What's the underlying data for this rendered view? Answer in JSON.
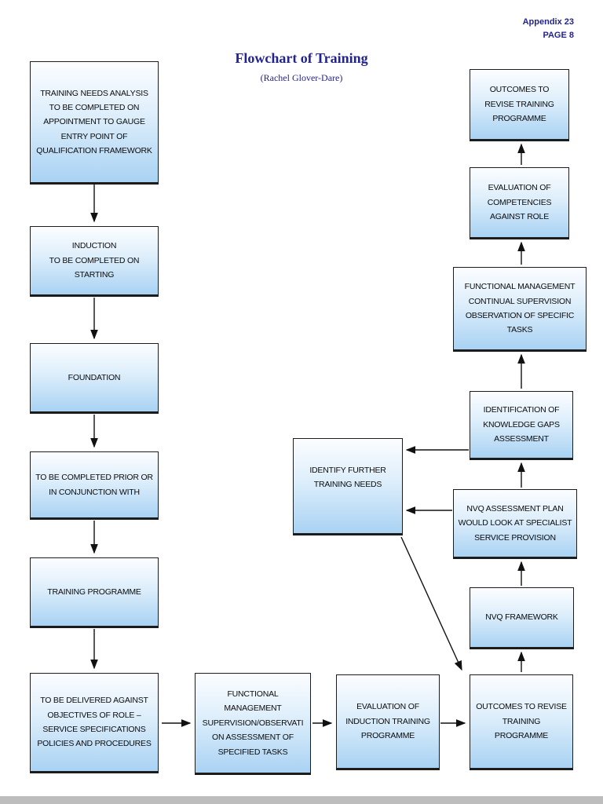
{
  "page": {
    "appendix": "Appendix 23",
    "page_label": "PAGE 8",
    "title": "Flowchart of Training",
    "subtitle": "(Rachel Glover-Dare)"
  },
  "colors": {
    "heading_navy": "#23238f",
    "box_gradient_top": "#fcfdff",
    "box_gradient_bottom": "#a9d2f3",
    "box_border": "#1c1c1c",
    "arrow": "#111111"
  },
  "nodes": {
    "tna": {
      "lines": [
        "TRAINING NEEDS ANALYSIS",
        "TO BE COMPLETED ON",
        "APPOINTMENT TO GAUGE",
        "ENTRY POINT OF",
        "QUALIFICATION FRAMEWORK"
      ]
    },
    "induction": {
      "lines": [
        "INDUCTION",
        "TO BE COMPLETED ON",
        "STARTING"
      ]
    },
    "foundation": {
      "lines": [
        "FOUNDATION"
      ]
    },
    "prior": {
      "lines": [
        "TO BE COMPLETED PRIOR OR",
        "IN CONJUNCTION WITH"
      ]
    },
    "programme": {
      "lines": [
        "TRAINING PROGRAMME"
      ]
    },
    "delivered": {
      "lines": [
        "TO BE DELIVERED AGAINST",
        "OBJECTIVES OF ROLE –",
        "SERVICE SPECIFICATIONS",
        "POLICIES AND PROCEDURES"
      ]
    },
    "func_sup": {
      "lines": [
        "FUNCTIONAL",
        "MANAGEMENT",
        "SUPERVISION/OBSERVATI",
        "ON ASSESSMENT OF",
        "SPECIFIED TASKS"
      ]
    },
    "eval_induction": {
      "lines": [
        "EVALUATION OF",
        "INDUCTION TRAINING",
        "PROGRAMME"
      ]
    },
    "outcomes_bottom": {
      "lines": [
        "OUTCOMES TO REVISE",
        "TRAINING",
        "PROGRAMME"
      ]
    },
    "nvq_framework": {
      "lines": [
        "NVQ FRAMEWORK"
      ]
    },
    "nvq_plan": {
      "lines": [
        "NVQ ASSESSMENT PLAN",
        "WOULD LOOK AT SPECIALIST",
        "SERVICE PROVISION"
      ]
    },
    "gaps": {
      "lines": [
        "IDENTIFICATION OF",
        "KNOWLEDGE GAPS",
        "ASSESSMENT"
      ]
    },
    "func_cont": {
      "lines": [
        "FUNCTIONAL MANAGEMENT",
        "CONTINUAL SUPERVISION",
        "OBSERVATION OF SPECIFIC",
        "TASKS"
      ]
    },
    "eval_comp": {
      "lines": [
        "EVALUATION OF",
        "COMPETENCIES",
        "AGAINST ROLE"
      ]
    },
    "outcomes_top": {
      "lines": [
        "OUTCOMES TO",
        "REVISE TRAINING",
        "PROGRAMME"
      ]
    },
    "identify": {
      "lines": [
        "IDENTIFY FURTHER",
        "TRAINING NEEDS"
      ]
    }
  }
}
